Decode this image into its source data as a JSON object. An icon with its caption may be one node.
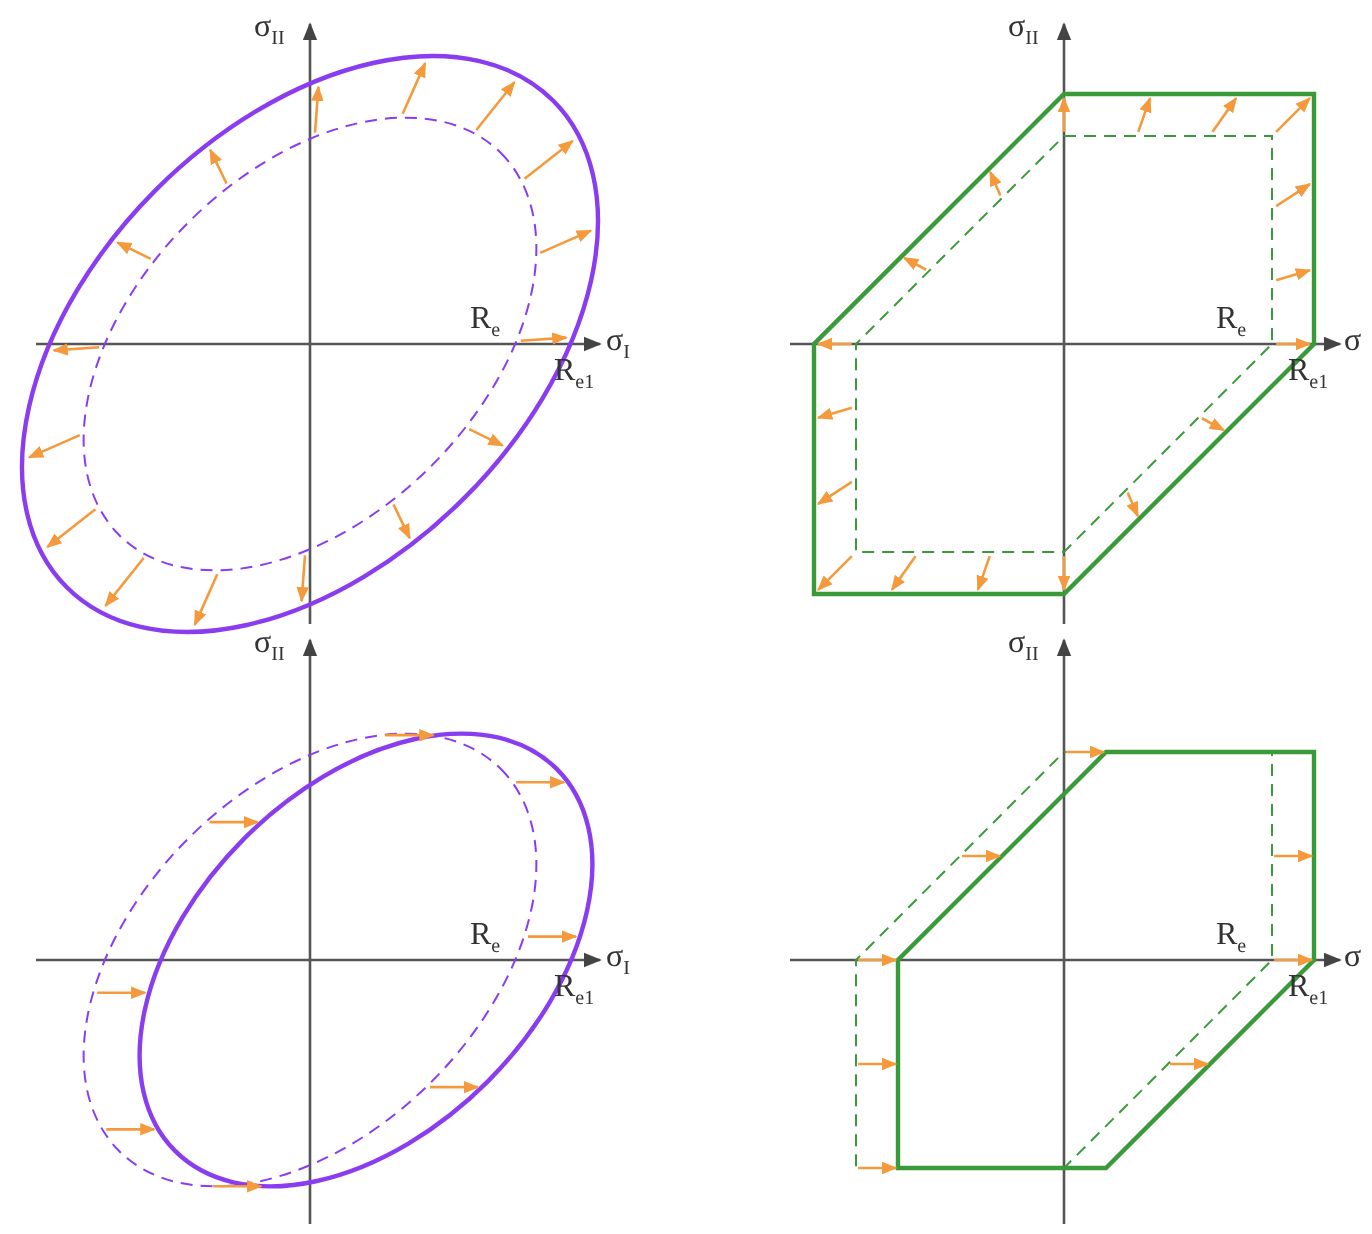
{
  "diagram": {
    "labels": [
      "σ$_{II}$",
      "R$_{e}$",
      "σ$_{I}$",
      "R$_{e1}$",
      "σ$_{II}$",
      "R$_{e}$",
      "σ",
      "R$_{e1}$",
      "σ$_{II}$",
      "R$_{e}$",
      "σ$_{I}$",
      "R$_{e1}$",
      "σ$_{II}$",
      "R$_{e}$",
      "σ",
      "R$_{e1}$"
    ]
  }
}
